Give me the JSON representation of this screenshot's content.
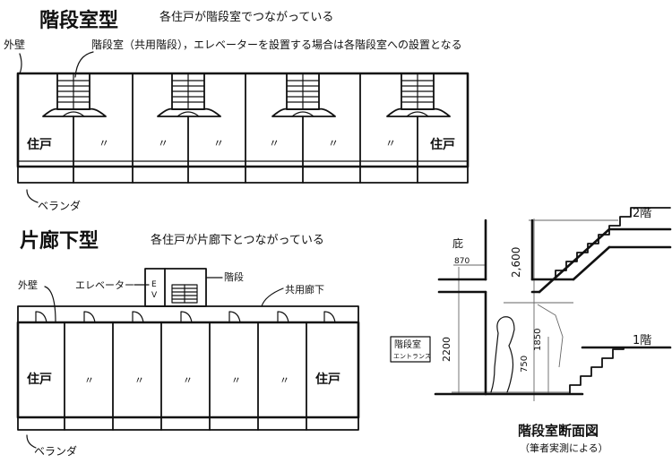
{
  "top": {
    "title": "階段室型",
    "subtitle": "各住戸が階段室でつながっている",
    "wall_label": "外壁",
    "stair_label": "階段室（共用階段），エレベーターを設置する場合は各階段室への設置となる",
    "unit_label": "住戸",
    "ditto": "〃",
    "balcony_label": "ベランダ"
  },
  "bottom": {
    "title": "片廊下型",
    "subtitle": "各住戸が片廊下とつながっている",
    "wall_label": "外壁",
    "elevator_label": "エレベーター",
    "ev_mark_e": "E",
    "ev_mark_v": "V",
    "stair_label": "階段",
    "corridor_label": "共用廊下",
    "unit_label": "住戸",
    "ditto": "〃",
    "balcony_label": "ベランダ"
  },
  "section": {
    "eave_label": "庇",
    "dim_870": "870",
    "dim_2600": "2,600",
    "dim_2200": "2200",
    "dim_1850": "1850",
    "dim_750": "750",
    "floor2_label": "2階",
    "floor1_label": "1階",
    "entrance_label_1": "階段室",
    "entrance_label_2": "エントランス",
    "caption": "階段室断面図",
    "note": "（筆者実測による）"
  }
}
